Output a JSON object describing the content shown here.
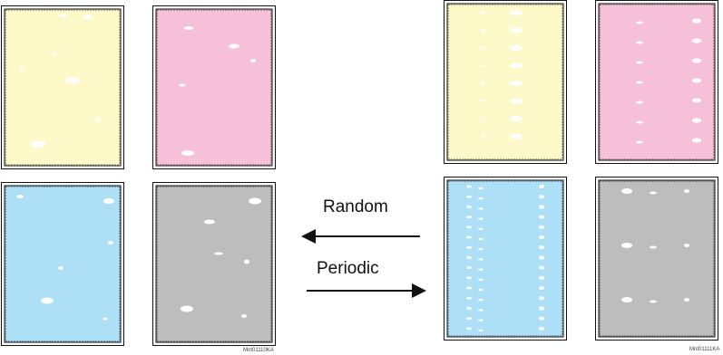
{
  "labels": {
    "random": "Random",
    "periodic": "Periodic"
  },
  "codes": {
    "left": "Mnt01110KA",
    "right": "Mnt01111KA"
  },
  "colors": {
    "yellow": "#fdf9c8",
    "pink": "#f6c0d8",
    "cyan": "#ade0f6",
    "gray": "#bdbdbd",
    "border": "#111111",
    "spot": "#ffffff"
  },
  "pattern_left": "random",
  "pattern_right": "periodic",
  "arrow_random_direction": "left",
  "arrow_periodic_direction": "right"
}
